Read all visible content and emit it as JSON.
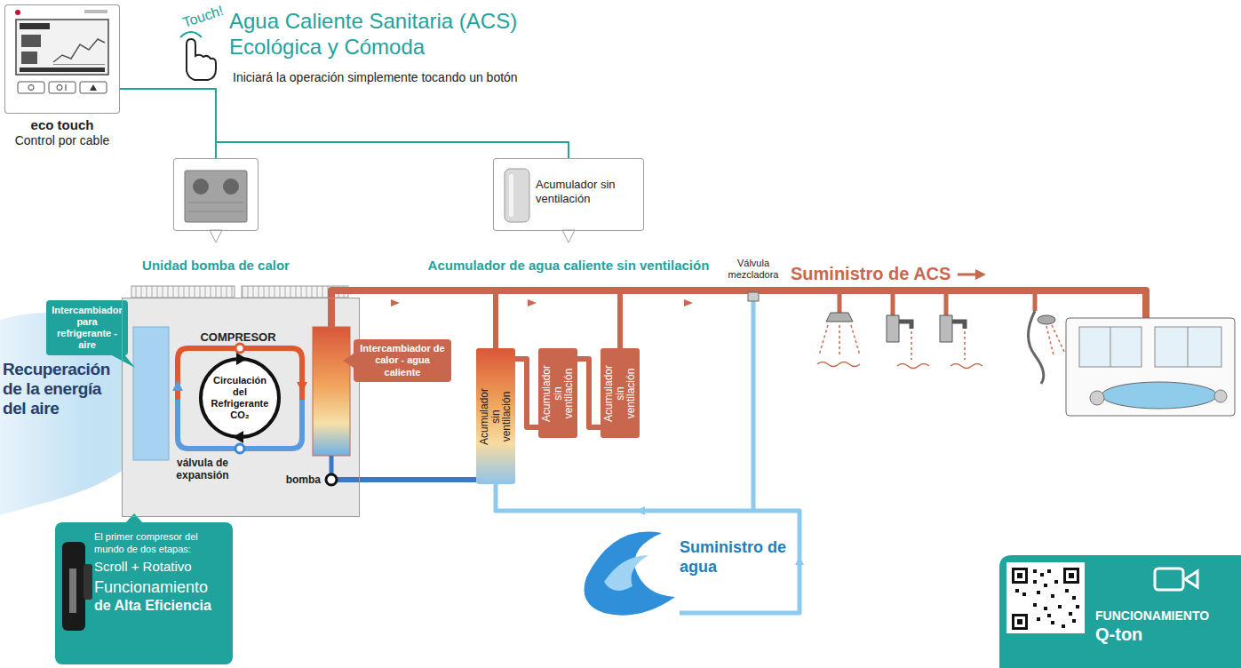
{
  "diagram": {
    "title": "Agua Caliente Sanitaria (ACS) Ecológica y Cómoda",
    "nodes": [
      {
        "text": [
          "eco touch",
          "Control por cable"
        ]
      },
      {
        "text": [
          "Unidad bomba de calor"
        ]
      },
      {
        "text": [
          "Acumulador sin ventilación",
          "Acumulador de agua caliente sin ventilación"
        ]
      },
      {
        "text": [
          "Intercambiador para refrigerante - aire"
        ]
      },
      {
        "text": [
          "COMPRESOR",
          "válvula de expansión",
          "bomba"
        ]
      },
      {
        "text": [
          "Circulación del Refrigerante CO₂"
        ],
        "in": 4
      },
      {
        "text": [
          "Intercambiador de calor - agua caliente"
        ]
      },
      {
        "text": [
          "Acumulador sin ventilación"
        ]
      },
      {
        "text": [
          "Acumulador sin ventilación"
        ]
      },
      {
        "text": [
          "Acumulador sin ventilación"
        ]
      },
      {
        "text": [
          "El primer compresor del mundo de dos etapas:",
          "Scroll + Rotativo",
          "Funcionamiento",
          "de Alta Eficiencia"
        ]
      },
      {
        "text": [
          "FUNCIONAMIENTO",
          "Q-ton"
        ]
      }
    ],
    "edges": [
      {
        "from": 0,
        "to": 1,
        "arrow": "none"
      },
      {
        "from": 0,
        "to": 2,
        "arrow": "none"
      },
      {
        "from": 7,
        "to": 8,
        "arrow": "none"
      },
      {
        "from": 8,
        "to": 9,
        "arrow": "none"
      },
      {
        "from": 7,
        "to": 4,
        "arrow": "none"
      }
    ],
    "labels": [
      "Touch!",
      "Iniciará la operación simplemente tocando un botón",
      "Recuperación de la energía del aire",
      "Válvula mezcladora",
      "Suministro de ACS",
      "Suministro de agua"
    ]
  }
}
